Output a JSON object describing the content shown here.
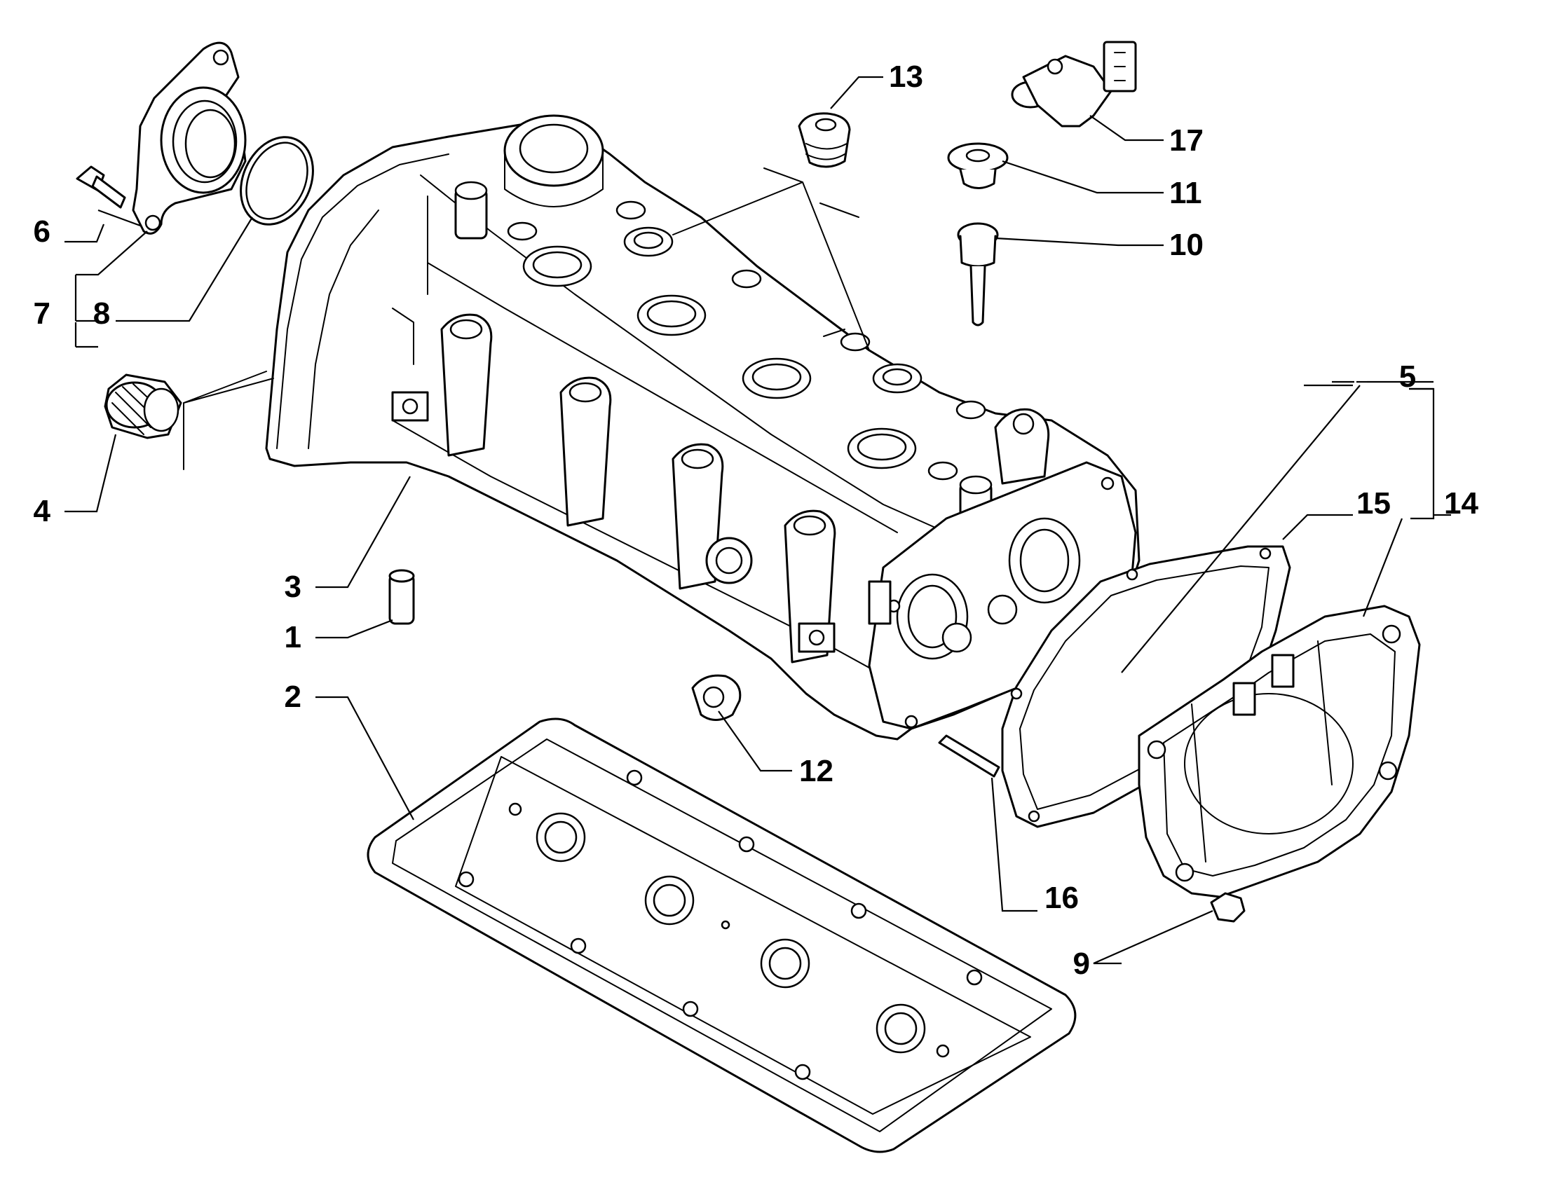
{
  "diagram": {
    "colors": {
      "ink": "#000000",
      "paper": "#ffffff"
    },
    "callouts": [
      {
        "id": "c1",
        "label": "1"
      },
      {
        "id": "c2",
        "label": "2"
      },
      {
        "id": "c3",
        "label": "3"
      },
      {
        "id": "c4",
        "label": "4"
      },
      {
        "id": "c5",
        "label": "5"
      },
      {
        "id": "c6",
        "label": "6"
      },
      {
        "id": "c7",
        "label": "7"
      },
      {
        "id": "c8",
        "label": "8"
      },
      {
        "id": "c9",
        "label": "9"
      },
      {
        "id": "c10",
        "label": "10"
      },
      {
        "id": "c11",
        "label": "11"
      },
      {
        "id": "c12",
        "label": "12"
      },
      {
        "id": "c13",
        "label": "13"
      },
      {
        "id": "c14",
        "label": "14"
      },
      {
        "id": "c15",
        "label": "15"
      },
      {
        "id": "c16",
        "label": "16"
      },
      {
        "id": "c17",
        "label": "17"
      }
    ]
  }
}
